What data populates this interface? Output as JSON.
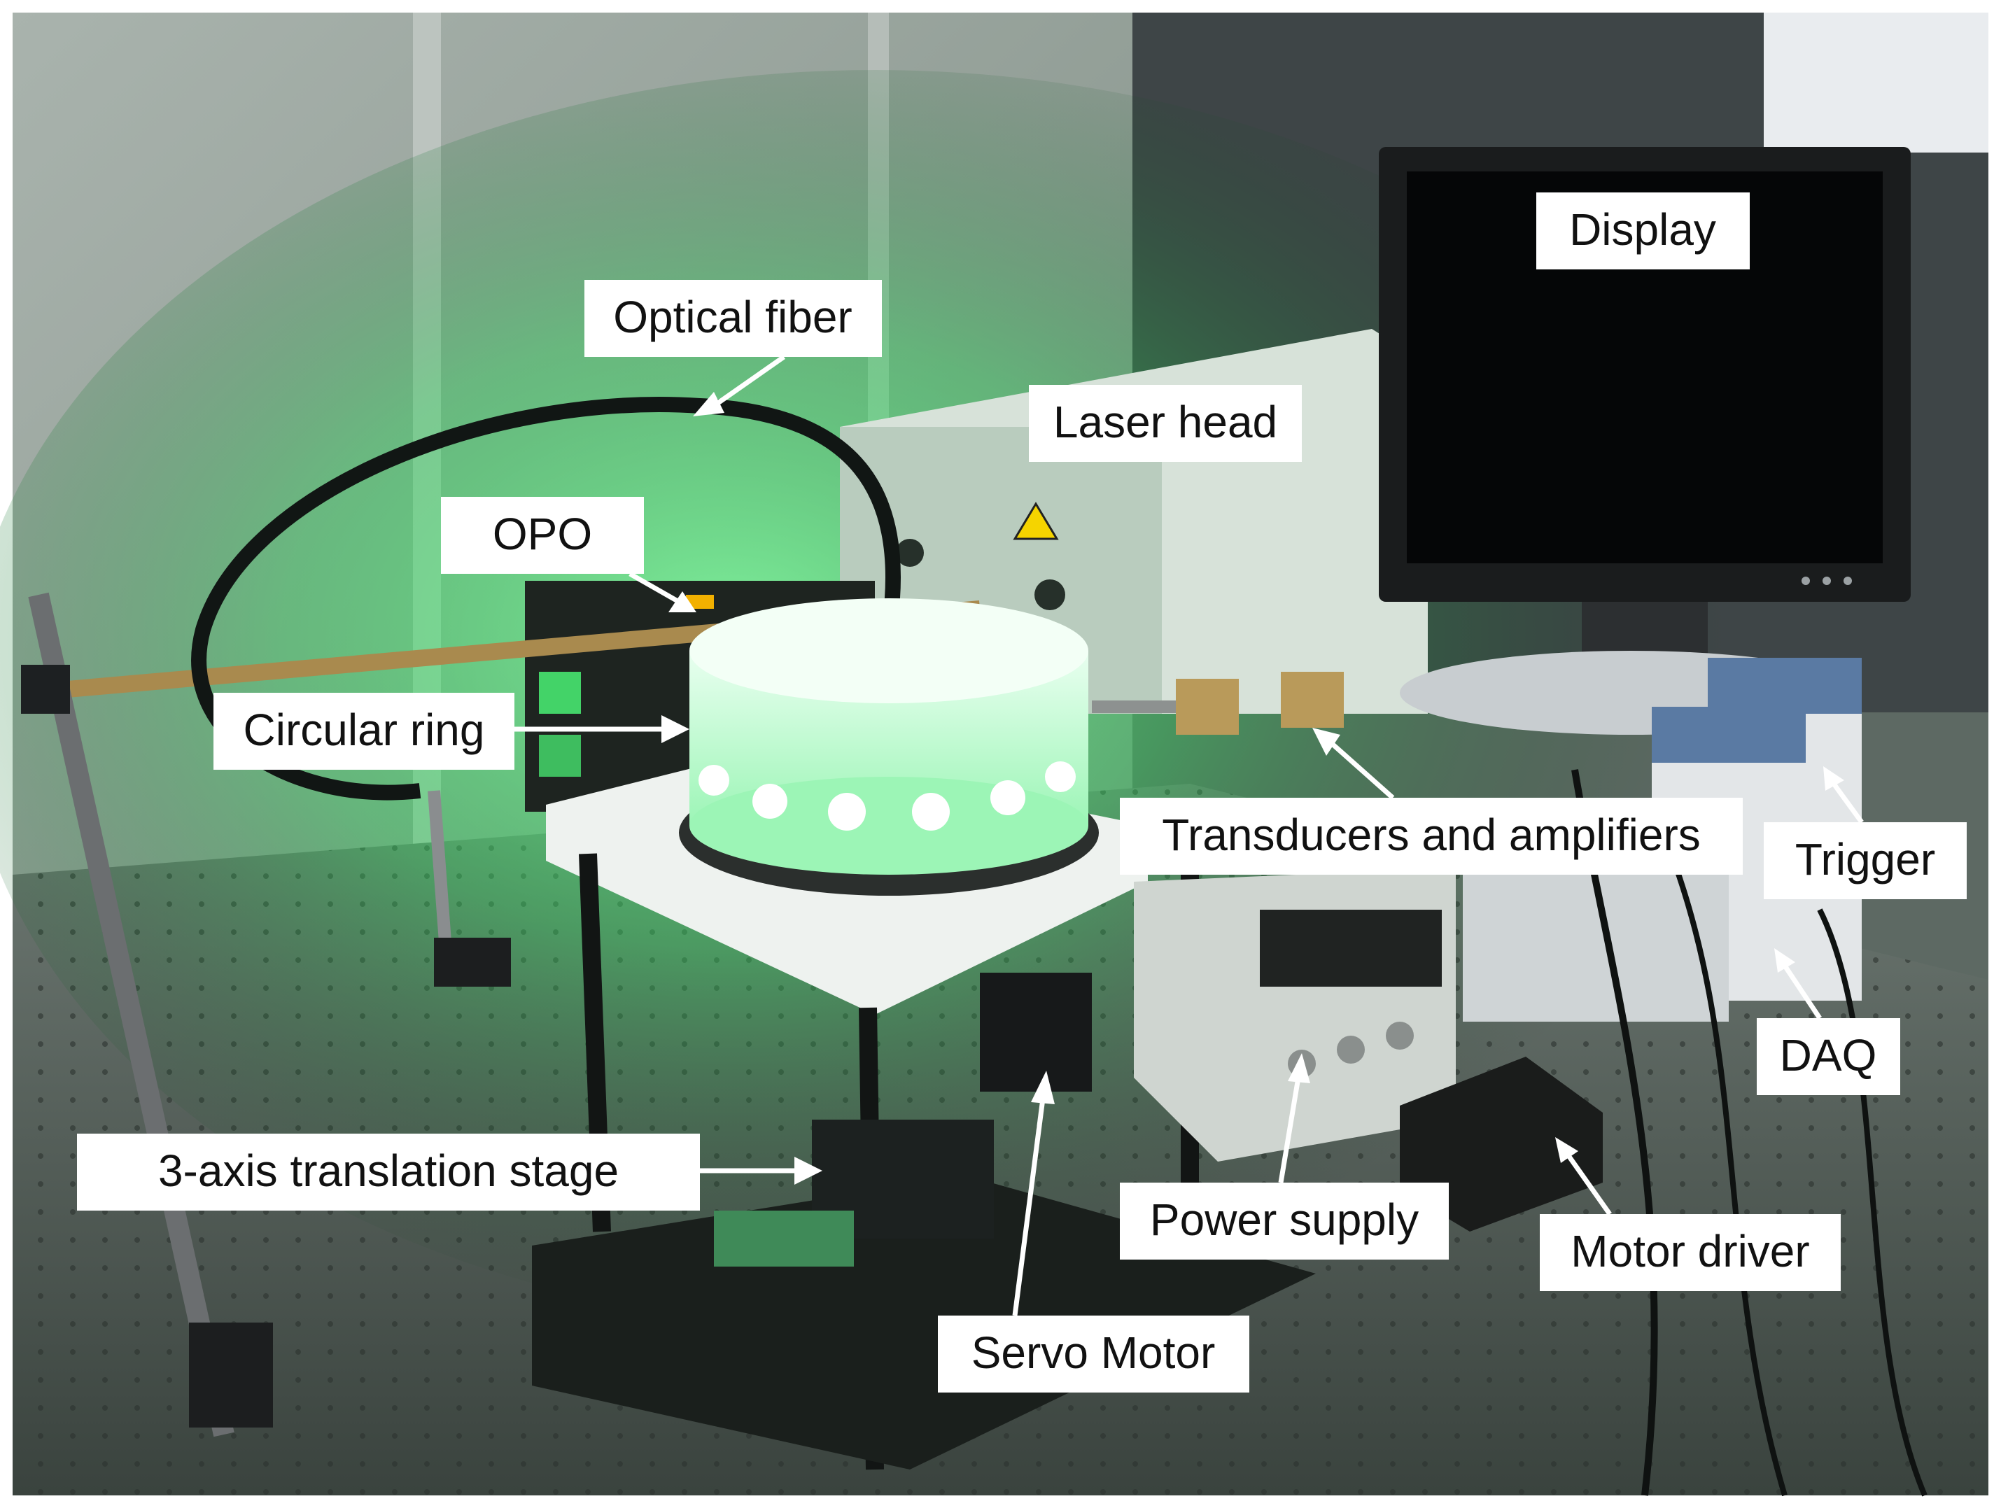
{
  "labels": {
    "display": "Display",
    "optical_fiber": "Optical fiber",
    "laser_head": "Laser head",
    "opo": "OPO",
    "circular_ring": "Circular ring",
    "transducers": "Transducers and amplifiers",
    "trigger": "Trigger",
    "daq": "DAQ",
    "translation_stage": "3-axis translation stage",
    "power_supply": "Power supply",
    "motor_driver": "Motor driver",
    "servo_motor": "Servo Motor"
  },
  "colors": {
    "laser_green": "#33ff66",
    "label_background": "#ffffff",
    "label_text": "#111111",
    "arrow": "#ffffff"
  }
}
